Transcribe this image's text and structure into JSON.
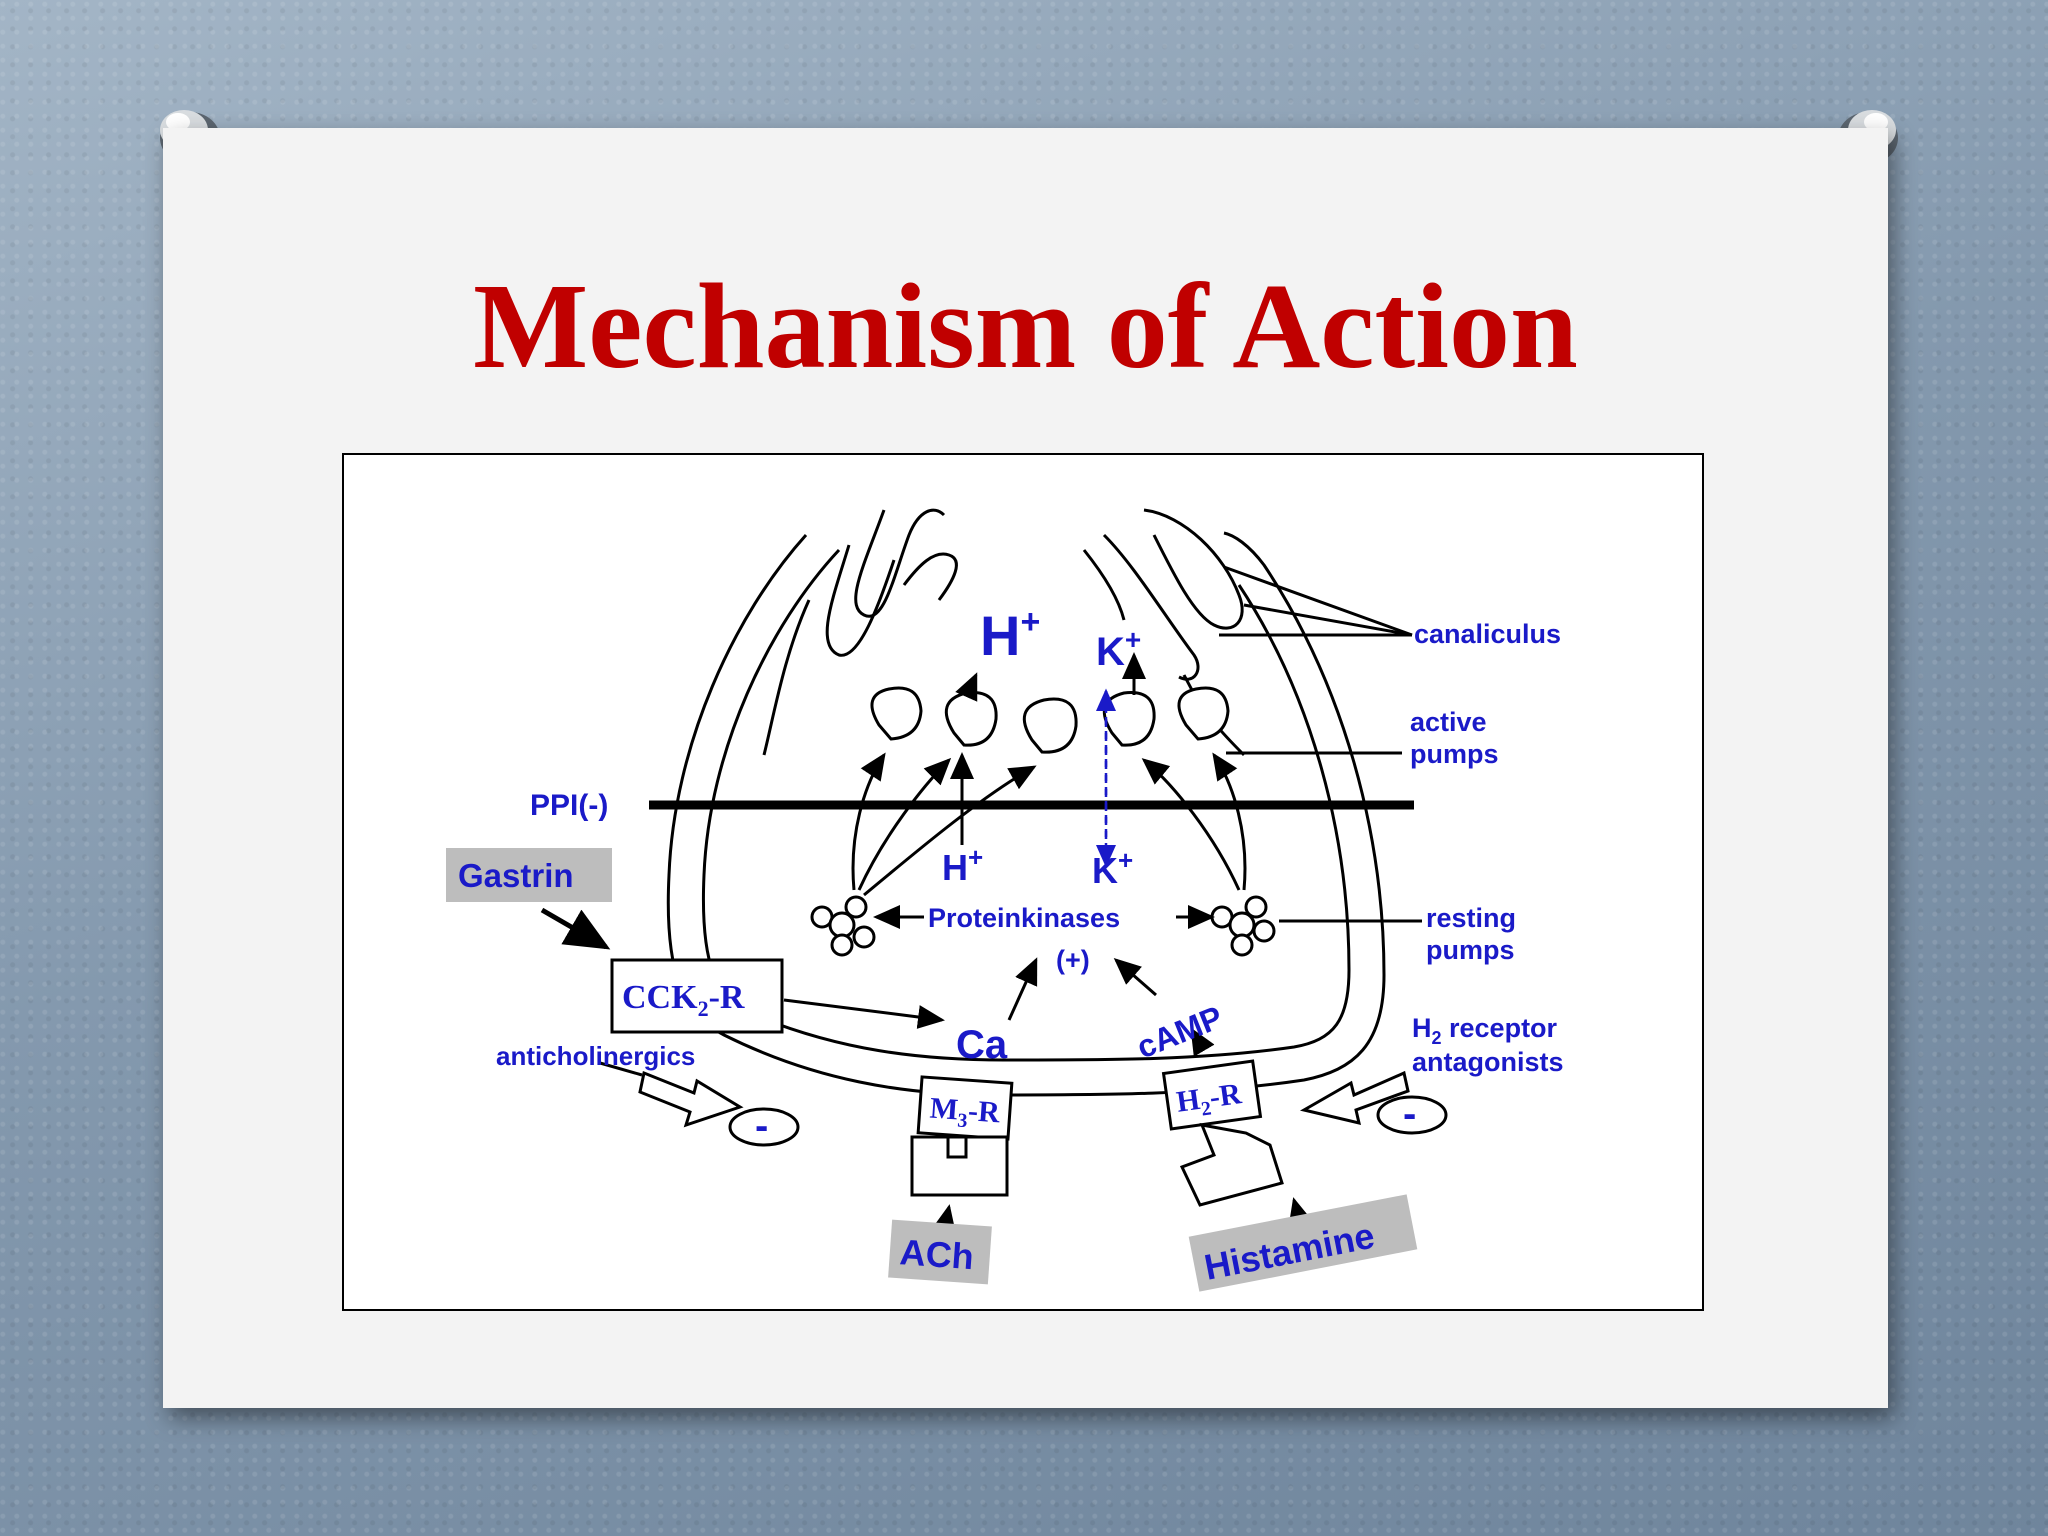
{
  "slide": {
    "title": "Mechanism of Action"
  },
  "figure": {
    "labels": {
      "h_plus_top": "H",
      "k_plus_top": "K",
      "h_plus_mid": "H",
      "k_plus_mid": "K",
      "plus_sign": "+",
      "canaliculus": "canaliculus",
      "active_pumps_line1": "active",
      "active_pumps_line2": "pumps",
      "ppi": "PPI(-)",
      "gastrin": "Gastrin",
      "proteinkinases": "Proteinkinases",
      "plus_indicator": "(+)",
      "resting_pumps_line1": "resting",
      "resting_pumps_line2": "pumps",
      "cck2r_main": "CCK",
      "cck2r_sub": "2",
      "cck2r_tail": "-R",
      "anticholinergics": "anticholinergics",
      "ca": "Ca",
      "camp": "cAMP",
      "h2_antag_h": "H",
      "h2_antag_sub": "2",
      "h2_antag_rest": " receptor",
      "h2_antag_line2": "antagonists",
      "m3r_main": "M",
      "m3r_sub": "3",
      "m3r_tail": "-R",
      "h2r_main": "H",
      "h2r_sub": "2",
      "h2r_tail": "-R",
      "minus_left": "-",
      "minus_right": "-",
      "ach": "ACh",
      "histamine": "Histamine"
    }
  }
}
